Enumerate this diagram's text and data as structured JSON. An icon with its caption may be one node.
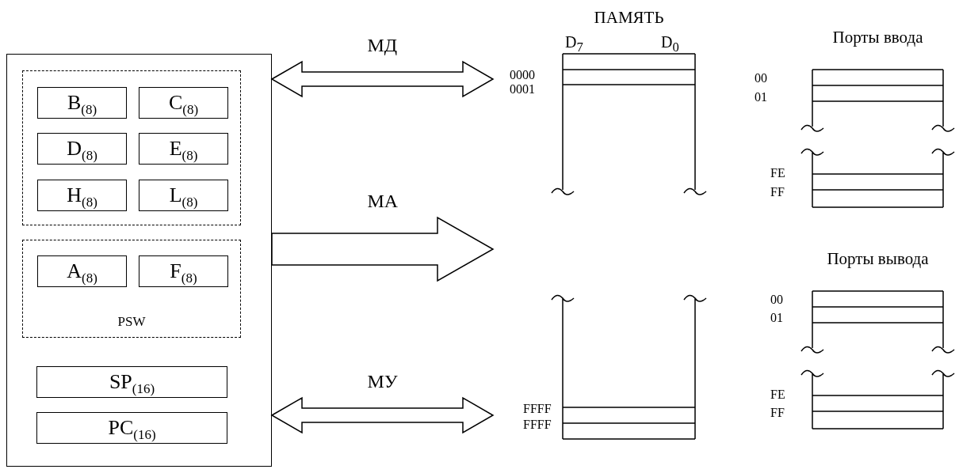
{
  "diagram": {
    "nodes": [
      {
        "text": [],
        "shape": "box"
      },
      {
        "text": [],
        "shape": "box",
        "in": 0
      },
      {
        "text": [
          "B$_{(8)}$"
        ],
        "in": 1
      },
      {
        "text": [
          "C$_{(8)}$"
        ],
        "in": 1
      },
      {
        "text": [
          "D$_{(8)}$"
        ],
        "in": 1
      },
      {
        "text": [
          "E$_{(8)}$"
        ],
        "in": 1
      },
      {
        "text": [
          "H$_{(8)}$"
        ],
        "in": 1
      },
      {
        "text": [
          "L$_{(8)}$"
        ],
        "in": 1
      },
      {
        "text": [
          "PSW"
        ],
        "in": 0
      },
      {
        "text": [
          "A$_{(8)}$"
        ],
        "in": 8
      },
      {
        "text": [
          "F$_{(8)}$"
        ],
        "in": 8
      },
      {
        "text": [
          "SP$_{(16)}$"
        ],
        "in": 0
      },
      {
        "text": [
          "PC$_{(16)}$"
        ],
        "in": 0
      },
      {
        "text": [
          "ПАМЯТЬ"
        ]
      },
      {
        "text": [
          "Порты ввода"
        ]
      },
      {
        "text": [
          "Порты вывода"
        ]
      }
    ],
    "edges": [
      {
        "from": 0,
        "to": 13,
        "arrow": "both",
        "label": "МД"
      },
      {
        "from": 0,
        "to": 13,
        "arrow": "to",
        "label": "МА"
      },
      {
        "from": 0,
        "to": 13,
        "arrow": "both",
        "label": "МУ"
      }
    ],
    "labels": [
      "D$_{7}$",
      "D$_{0}$",
      "0000",
      "0001",
      "00",
      "01",
      "FE",
      "FF",
      "00",
      "01",
      "FE",
      "FF",
      "FFFF",
      "FFFF"
    ]
  }
}
